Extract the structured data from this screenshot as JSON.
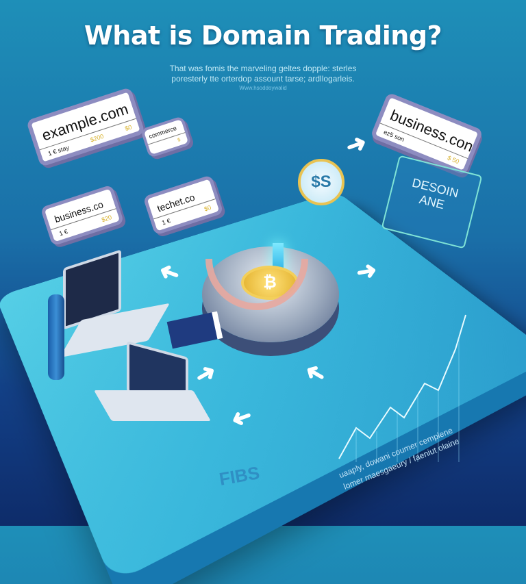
{
  "title": "What is Domain Trading?",
  "subtitle": [
    "That was fomis the marveling geltes dopple: sterles",
    "poresterly tte orterdop assount tarse; ardllogarleis.",
    "Www.hsoddoywalid"
  ],
  "cards": [
    {
      "domain": "example.com",
      "meta": "1 € stay",
      "price": "$200",
      "badge": "$0"
    },
    {
      "domain": "commerce",
      "meta": "",
      "price": "$"
    },
    {
      "domain": "business.co",
      "meta": "1 €",
      "price": "$20"
    },
    {
      "domain": "techet.co",
      "meta": "1 €",
      "price": "$0"
    },
    {
      "domain": "business.con",
      "meta": "ez5 son",
      "price": "$ 50"
    }
  ],
  "coin_label": "$S",
  "center_coin": "₿",
  "domain_panel": "DESOIN ANE",
  "bottom_text": [
    "uaaply, dowani coumer cemplene",
    "lomer maesgaeury / faeniut olaine"
  ],
  "logo_text": "FIBS"
}
